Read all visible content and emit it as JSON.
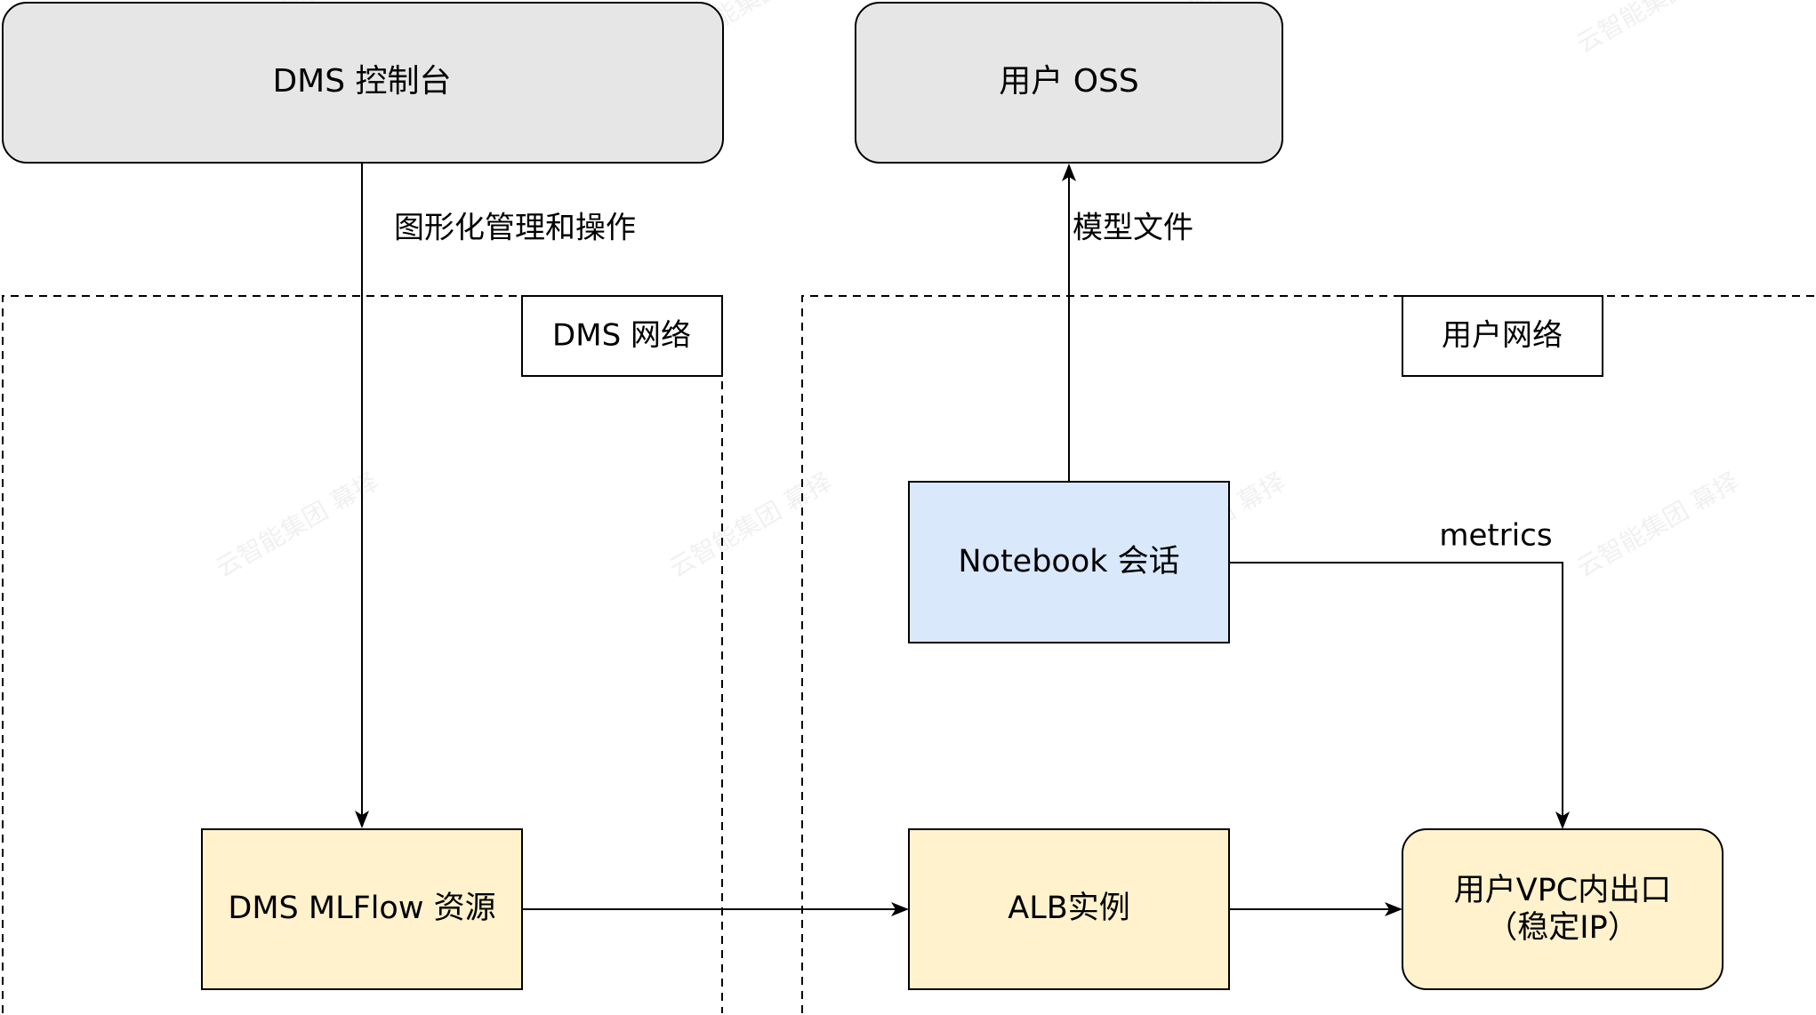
{
  "nodes": {
    "dms_console": {
      "label": "DMS 控制台",
      "fill": "#e6e6e6"
    },
    "user_oss": {
      "label": "用户 OSS",
      "fill": "#e6e6e6"
    },
    "notebook": {
      "label": "Notebook 会话",
      "fill": "#dae8fc"
    },
    "mlflow": {
      "label": "DMS MLFlow 资源",
      "fill": "#fff2cc"
    },
    "alb": {
      "label": "ALB实例",
      "fill": "#fff2cc"
    },
    "egress": {
      "line1": "用户VPC内出口",
      "line2": "（稳定IP）",
      "fill": "#fff2cc"
    }
  },
  "zones": {
    "dms_network": {
      "label": "DMS 网络"
    },
    "user_network": {
      "label": "用户网络"
    }
  },
  "edges": {
    "console_to_mlflow": {
      "label": "图形化管理和操作"
    },
    "notebook_to_oss": {
      "label": "模型文件"
    },
    "notebook_to_egress": {
      "label": "metrics"
    }
  },
  "watermark": {
    "text": "云智能集团 幕择"
  }
}
